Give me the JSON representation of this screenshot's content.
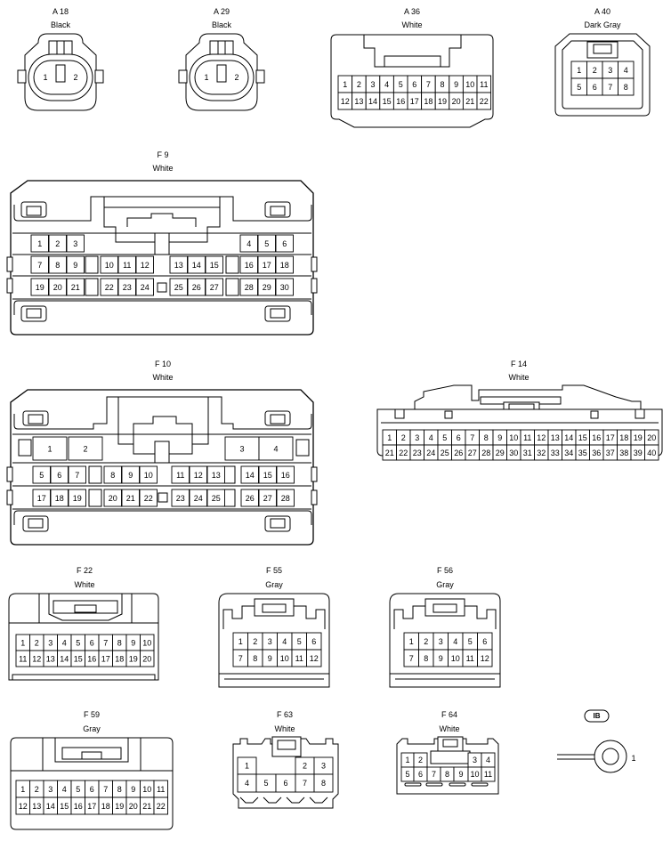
{
  "connectors": {
    "A18": {
      "name": "A 18",
      "color": "Black",
      "pins": [
        "1",
        "2"
      ]
    },
    "A29": {
      "name": "A 29",
      "color": "Black",
      "pins": [
        "1",
        "2"
      ]
    },
    "A36": {
      "name": "A 36",
      "color": "White",
      "rows": [
        [
          "1",
          "2",
          "3",
          "4",
          "5",
          "6",
          "7",
          "8",
          "9",
          "10",
          "11"
        ],
        [
          "12",
          "13",
          "14",
          "15",
          "16",
          "17",
          "18",
          "19",
          "20",
          "21",
          "22"
        ]
      ]
    },
    "A40": {
      "name": "A 40",
      "color": "Dark Gray",
      "rows": [
        [
          "1",
          "2",
          "3",
          "4"
        ],
        [
          "5",
          "6",
          "7",
          "8"
        ]
      ]
    },
    "F9": {
      "name": "F 9",
      "color": "White"
    },
    "F10": {
      "name": "F 10",
      "color": "White"
    },
    "F14": {
      "name": "F 14",
      "color": "White",
      "rows": [
        [
          "1",
          "2",
          "3",
          "4",
          "5",
          "6",
          "7",
          "8",
          "9",
          "10",
          "11",
          "12",
          "13",
          "14",
          "15",
          "16",
          "17",
          "18",
          "19",
          "20"
        ],
        [
          "21",
          "22",
          "23",
          "24",
          "25",
          "26",
          "27",
          "28",
          "29",
          "30",
          "31",
          "32",
          "33",
          "34",
          "35",
          "36",
          "37",
          "38",
          "39",
          "40"
        ]
      ]
    },
    "F22": {
      "name": "F 22",
      "color": "White",
      "rows": [
        [
          "1",
          "2",
          "3",
          "4",
          "5",
          "6",
          "7",
          "8",
          "9",
          "10"
        ],
        [
          "11",
          "12",
          "13",
          "14",
          "15",
          "16",
          "17",
          "18",
          "19",
          "20"
        ]
      ]
    },
    "F55": {
      "name": "F 55",
      "color": "Gray",
      "rows": [
        [
          "1",
          "2",
          "3",
          "4",
          "5",
          "6"
        ],
        [
          "7",
          "8",
          "9",
          "10",
          "11",
          "12"
        ]
      ]
    },
    "F56": {
      "name": "F 56",
      "color": "Gray",
      "rows": [
        [
          "1",
          "2",
          "3",
          "4",
          "5",
          "6"
        ],
        [
          "7",
          "8",
          "9",
          "10",
          "11",
          "12"
        ]
      ]
    },
    "F59": {
      "name": "F 59",
      "color": "Gray",
      "rows": [
        [
          "1",
          "2",
          "3",
          "4",
          "5",
          "6",
          "7",
          "8",
          "9",
          "10",
          "11"
        ],
        [
          "12",
          "13",
          "14",
          "15",
          "16",
          "17",
          "18",
          "19",
          "20",
          "21",
          "22"
        ]
      ]
    },
    "F63": {
      "name": "F 63",
      "color": "White"
    },
    "F64": {
      "name": "F 64",
      "color": "White"
    },
    "IB": {
      "name": "IB",
      "pin": "1"
    }
  }
}
